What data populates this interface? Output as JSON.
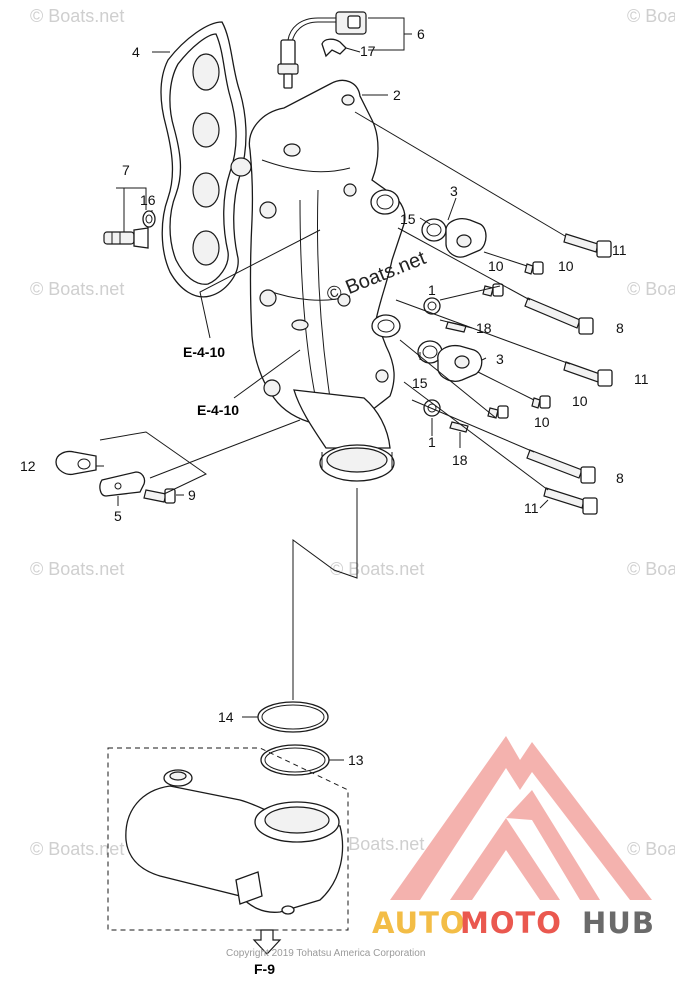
{
  "diagram": {
    "callouts": {
      "c1a": "1",
      "c1b": "1",
      "c2": "2",
      "c3a": "3",
      "c3b": "3",
      "c4": "4",
      "c5": "5",
      "c6": "6",
      "c7": "7",
      "c8a": "8",
      "c8b": "8",
      "c9": "9",
      "c10a": "10",
      "c10b": "10",
      "c10c": "10",
      "c10d": "10",
      "c11a": "11",
      "c11b": "11",
      "c11c": "11",
      "c12": "12",
      "c13": "13",
      "c14": "14",
      "c15a": "15",
      "c15b": "15",
      "c16": "16",
      "c17": "17",
      "c18a": "18",
      "c18b": "18"
    },
    "refs": {
      "e410a": "E-4-10",
      "e410b": "E-4-10",
      "f9": "F-9"
    },
    "watermark": {
      "text": "© Boats.net",
      "center_text": "© Boats.net"
    },
    "copyright": "Copyright 2019 Tohatsu America Corporation",
    "brand": {
      "part1": "AUTO",
      "part2": "MOTO",
      "part3": "HUB",
      "accent_color": "#e8463d",
      "dark_color": "#5a5a5a",
      "gold_color": "#f2b632"
    }
  }
}
